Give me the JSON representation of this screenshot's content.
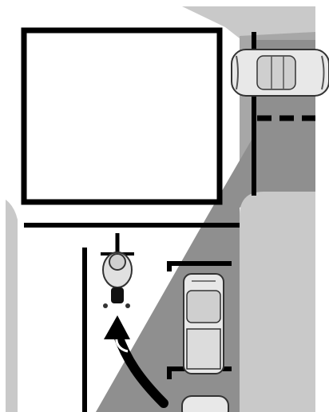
{
  "scene": {
    "kind": "traffic-diagram",
    "elements": {
      "building": "large-white-building",
      "parked_car_top": "sedan-top-view",
      "motorcycle": "motorcycle-rider-top-view",
      "pickup_truck": "pickup-top-view",
      "partial_vehicle": "vehicle-partial-bottom",
      "turn_arrow": "curved-arrow"
    },
    "colors": {
      "ink": "#000000",
      "paper": "#ffffff",
      "sidewalk": "#c9c9c9",
      "shadow": "#8f8f8f",
      "road_gray": "#a7a7a7",
      "vehicle_light": "#e8e8e8",
      "vehicle_mid": "#cfcfcf"
    }
  }
}
